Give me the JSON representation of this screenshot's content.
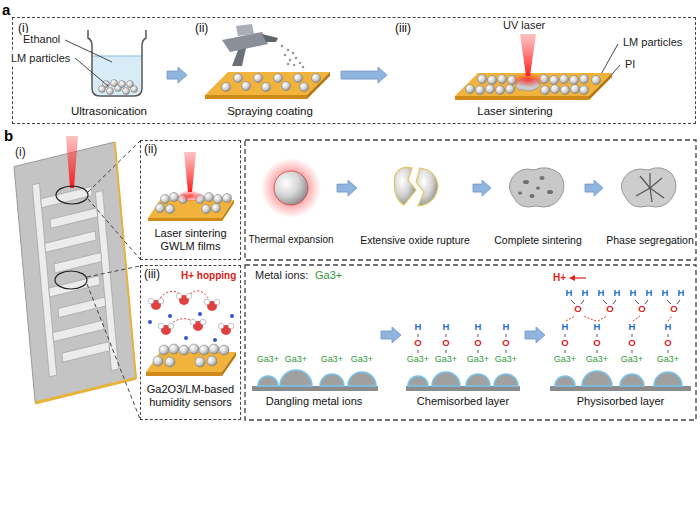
{
  "diagram": {
    "nodes": [
      {
        "text": [
          "a"
        ]
      },
      {
        "text": [
          "(i)",
          "Ultrasonication"
        ],
        "in": 0
      },
      {
        "text": [
          "(ii)",
          "Spraying coating"
        ],
        "in": 0
      },
      {
        "text": [
          "(iii)",
          "Laser sintering"
        ],
        "in": 0
      },
      {
        "text": [
          "(ii)",
          "Laser sintering GWLM films"
        ]
      },
      {
        "text": [
          "Thermal expansion"
        ]
      },
      {
        "text": [
          "Extensive oxide rupture"
        ]
      },
      {
        "text": [
          "Complete sintering"
        ]
      },
      {
        "text": [
          "Phase segregation"
        ]
      },
      {
        "text": [
          "(iii)",
          "H+ hopping",
          "Ga2O3/LM-based humidity sensors"
        ]
      },
      {
        "text": [
          "Dangling metal ions"
        ]
      },
      {
        "text": [
          "Chemisorbed layer"
        ]
      },
      {
        "text": [
          "Physisorbed layer"
        ]
      }
    ],
    "edges": [
      {
        "from": 1,
        "to": 2,
        "arrow": "to"
      },
      {
        "from": 2,
        "to": 3,
        "arrow": "to"
      },
      {
        "from": 5,
        "to": 6,
        "arrow": "to"
      },
      {
        "from": 6,
        "to": 7,
        "arrow": "to"
      },
      {
        "from": 7,
        "to": 8,
        "arrow": "to"
      },
      {
        "from": 10,
        "to": 11,
        "arrow": "to"
      },
      {
        "from": 11,
        "to": 12,
        "arrow": "to"
      }
    ],
    "labels": [
      "Ethanol",
      "LM particles",
      "UV laser",
      "LM particles",
      "PI",
      "b",
      "(i)",
      "Metal ions:",
      "Ga3+",
      "Ga3+",
      "Ga3+",
      "Ga3+",
      "Ga3+",
      "Ga3+",
      "Ga3+",
      "Ga3+",
      "Ga3+",
      "O",
      "O",
      "O",
      "O",
      "H",
      "H",
      "H",
      "H",
      "Ga3+",
      "Ga3+",
      "Ga3+",
      "Ga3+",
      "O",
      "O",
      "O",
      "O",
      "H",
      "H",
      "H",
      "H",
      "O",
      "O",
      "O",
      "O",
      "H",
      "H",
      "H",
      "H",
      "H",
      "H",
      "H",
      "H",
      "H+"
    ]
  }
}
